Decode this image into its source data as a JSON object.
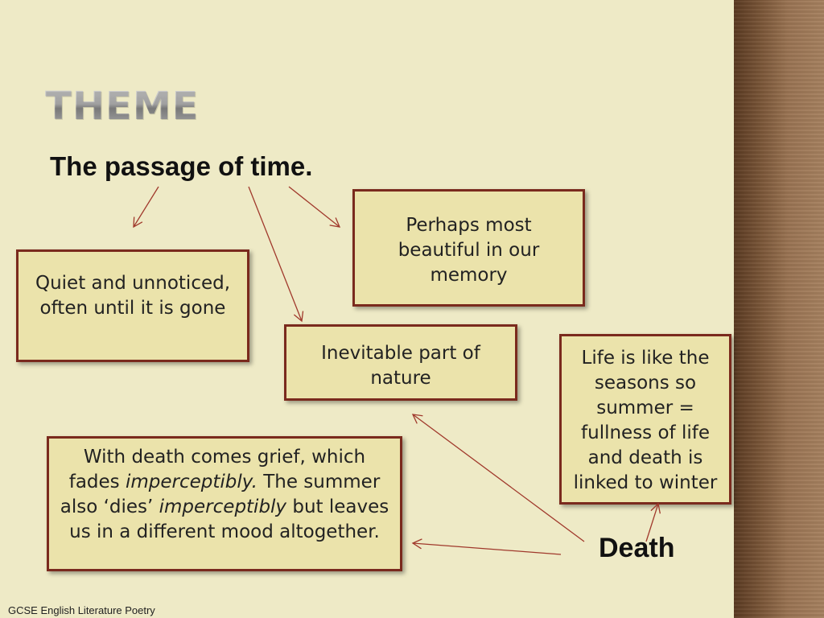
{
  "slide": {
    "title": "THEME",
    "subtitle": "The passage of time.",
    "boxes": {
      "memory": "Perhaps most beautiful in our memory",
      "quiet": "Quiet and unnoticed, often until it is gone",
      "nature": "Inevitable part of nature",
      "seasons": "Life is like the seasons so summer = fullness of life and death is linked to winter",
      "grief": {
        "part1": "With death comes grief, which fades ",
        "italic1": "imperceptibly.",
        "part2": "  The summer also ‘dies’ ",
        "italic2": "imperceptibly",
        "part3": " but leaves us in a different mood altogether."
      }
    },
    "death_label": "Death",
    "footer": "GCSE English Literature Poetry"
  },
  "colors": {
    "background": "#eeeac6",
    "box_fill": "#ebe3ab",
    "box_border": "#7a2a1d",
    "arrow": "#a0392c"
  }
}
